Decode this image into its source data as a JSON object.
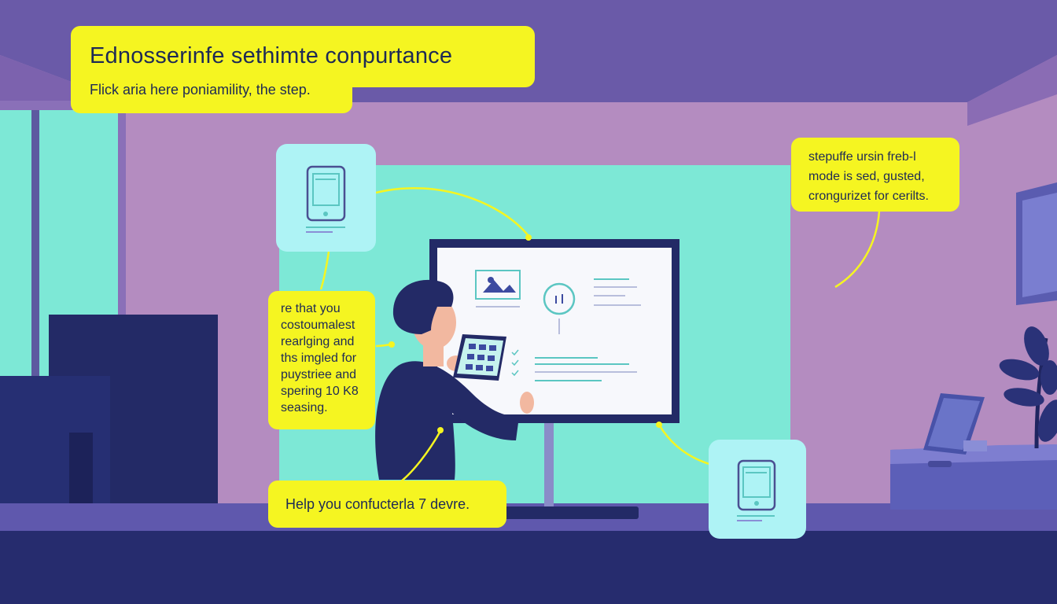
{
  "callouts": {
    "title": "Ednosserinfe sethimte conpurtance",
    "subtitle": "Flick aria here poniamility, the step.",
    "right_lines": [
      "stepuffe ursin freb-l",
      "mode is sed, gusted,",
      "crongurizet for cerilts."
    ],
    "left_lines": [
      "re that you",
      "costoumalest",
      "rearlging and",
      "ths imgled for",
      "puystriee and",
      "spering 10 K8",
      "seasing."
    ],
    "bottom": "Help you confucterla 7 devre."
  },
  "icons": {
    "top_card": "tablet-icon",
    "bottom_card": "tablet-icon",
    "screen_image": "image-icon",
    "screen_circle": "audio-icon",
    "plant": "plant-icon"
  },
  "colors": {
    "wall": "#b48cc0",
    "ceiling": "#6a5aa8",
    "mint": "#7de8d6",
    "navy": "#232a66",
    "callout": "#f5f521",
    "card": "#aef3f5"
  }
}
